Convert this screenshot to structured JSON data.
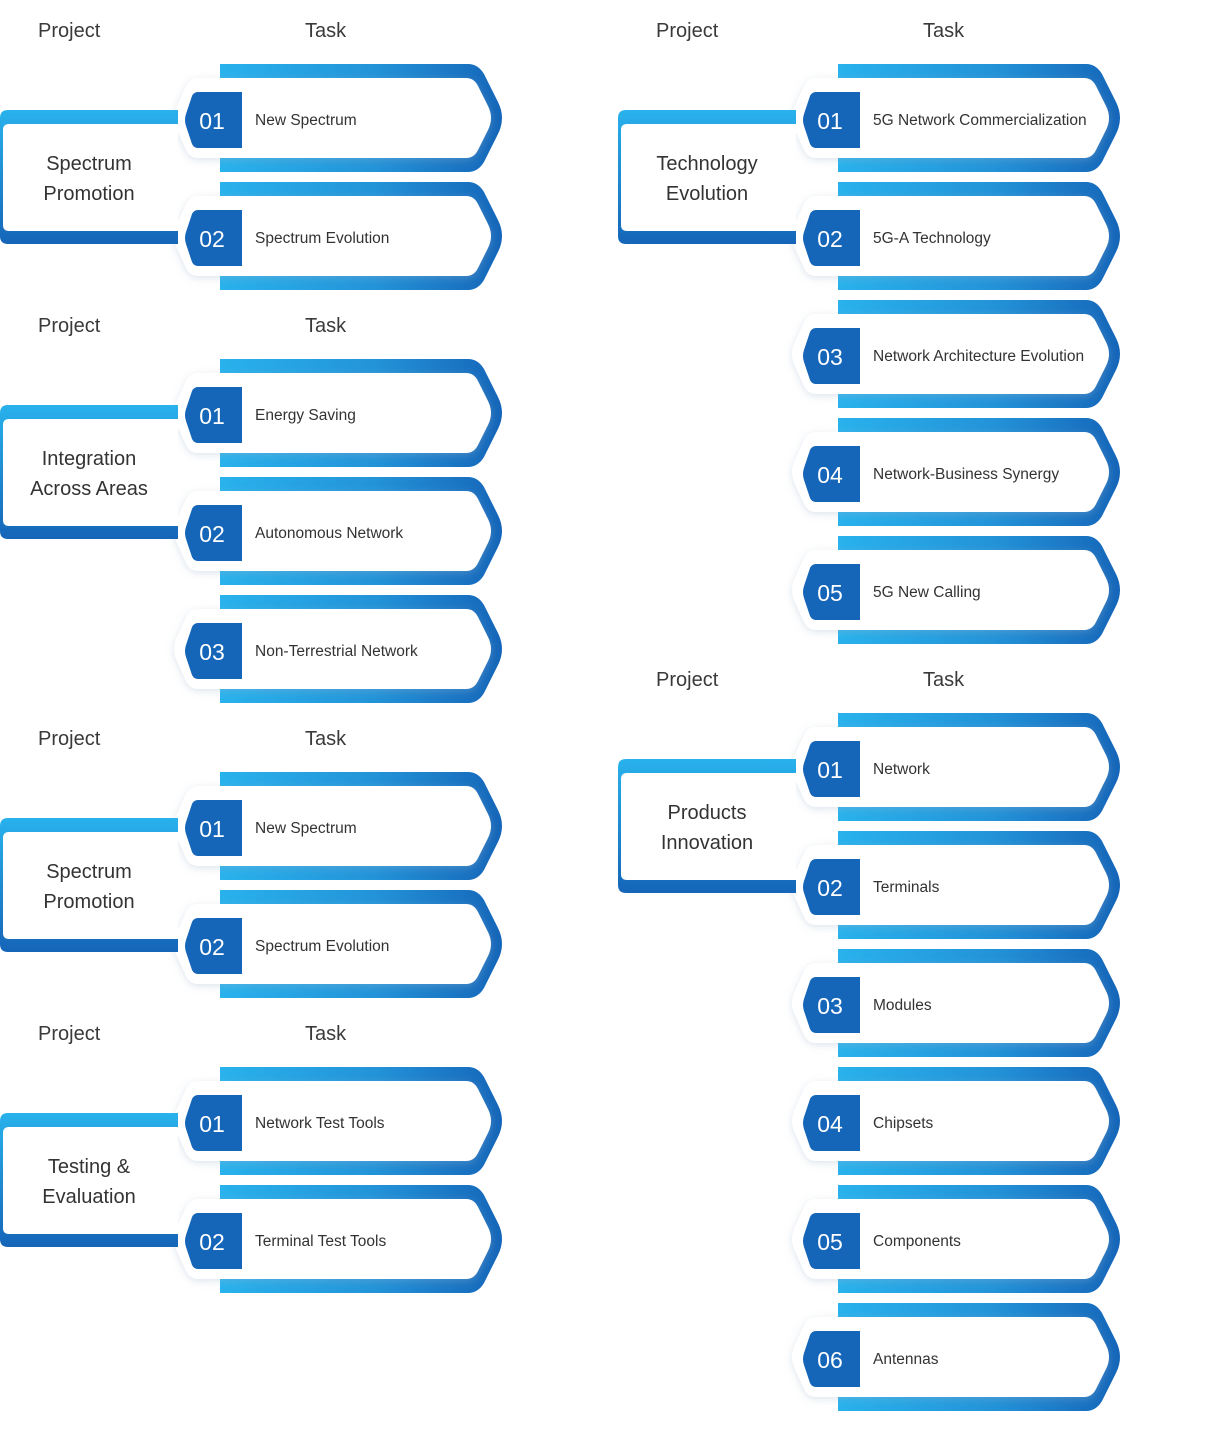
{
  "headers": {
    "project": "Project",
    "task": "Task"
  },
  "colors": {
    "primary": "#1565b8",
    "light": "#29b2ec",
    "text": "#333333"
  },
  "groups": [
    {
      "project": "Spectrum\nPromotion",
      "tasks": [
        {
          "num": "01",
          "label": "New Spectrum"
        },
        {
          "num": "02",
          "label": "Spectrum Evolution"
        }
      ]
    },
    {
      "project": "Integration\nAcross Areas",
      "tasks": [
        {
          "num": "01",
          "label": "Energy Saving"
        },
        {
          "num": "02",
          "label": "Autonomous Network"
        },
        {
          "num": "03",
          "label": "Non-Terrestrial Network"
        }
      ]
    },
    {
      "project": "Spectrum\nPromotion",
      "tasks": [
        {
          "num": "01",
          "label": "New Spectrum"
        },
        {
          "num": "02",
          "label": "Spectrum Evolution"
        }
      ]
    },
    {
      "project": "Testing &\nEvaluation",
      "tasks": [
        {
          "num": "01",
          "label": "Network Test Tools"
        },
        {
          "num": "02",
          "label": "Terminal Test Tools"
        }
      ]
    },
    {
      "project": "Technology\nEvolution",
      "tasks": [
        {
          "num": "01",
          "label": "5G Network Commercialization"
        },
        {
          "num": "02",
          "label": "5G-A Technology"
        },
        {
          "num": "03",
          "label": "Network Architecture Evolution"
        },
        {
          "num": "04",
          "label": "Network-Business Synergy"
        },
        {
          "num": "05",
          "label": "5G New Calling"
        }
      ]
    },
    {
      "project": "Products\nInnovation",
      "tasks": [
        {
          "num": "01",
          "label": "Network"
        },
        {
          "num": "02",
          "label": "Terminals"
        },
        {
          "num": "03",
          "label": "Modules"
        },
        {
          "num": "04",
          "label": "Chipsets"
        },
        {
          "num": "05",
          "label": "Components"
        },
        {
          "num": "06",
          "label": "Antennas"
        }
      ]
    }
  ]
}
